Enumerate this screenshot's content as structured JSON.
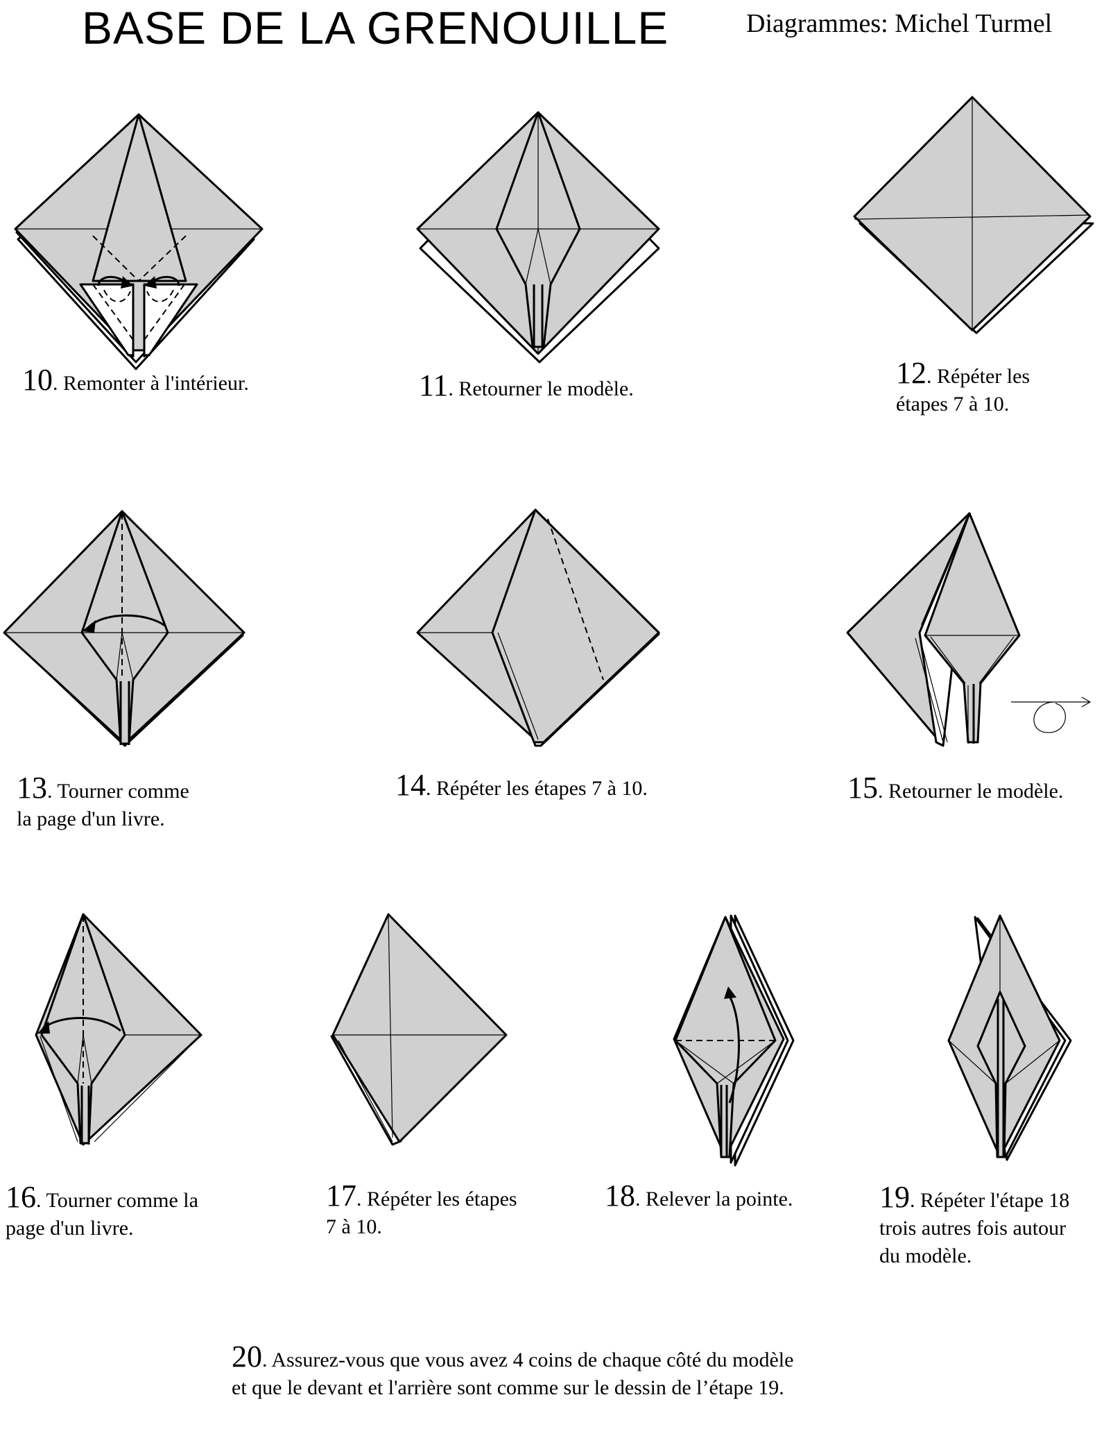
{
  "header": {
    "title": "BASE DE LA GRENOUILLE",
    "credit": "Diagrammes: Michel Turmel"
  },
  "steps": [
    {
      "number": "10",
      "text": "Remonter à l'intérieur."
    },
    {
      "number": "11",
      "text": "Retourner le modèle."
    },
    {
      "number": "12",
      "text": "Répéter les",
      "text2": "étapes 7 à 10."
    },
    {
      "number": "13",
      "text": "Tourner comme",
      "text2": "la page d'un livre."
    },
    {
      "number": "14",
      "text": "Répéter les étapes 7 à 10."
    },
    {
      "number": "15",
      "text": "Retourner le modèle."
    },
    {
      "number": "16",
      "text": "Tourner comme la",
      "text2": "page d'un livre."
    },
    {
      "number": "17",
      "text": "Répéter les étapes",
      "text2": "7 à 10."
    },
    {
      "number": "18",
      "text": "Relever la pointe."
    },
    {
      "number": "19",
      "text": "Répéter l'étape 18",
      "text2": "trois autres fois autour",
      "text3": "du modèle."
    },
    {
      "number": "20",
      "text": "Assurez-vous que vous avez 4 coins de chaque côté du  modèle",
      "text2": "et que le devant et l'arrière sont comme sur le dessin de l’étape 19."
    }
  ]
}
